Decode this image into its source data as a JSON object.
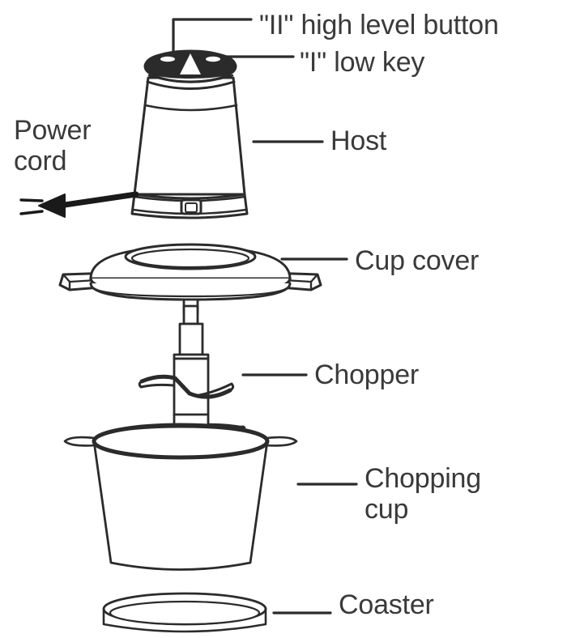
{
  "diagram": {
    "title": "Food chopper exploded parts diagram",
    "type": "exploded-parts-diagram",
    "line_color": "#2b2b2b",
    "text_color": "#3a3a3a",
    "background_color": "#ffffff",
    "fill_color": "#ffffff",
    "accent_dark": "#1a1a1a"
  },
  "labels": {
    "high_level_button": "\"II\" high level button",
    "low_key": "\"I\" low key",
    "power_cord": "Power\ncord",
    "host": "Host",
    "cup_cover": "Cup cover",
    "chopper": "Chopper",
    "chopping_cup": "Chopping\ncup",
    "coaster": "Coaster"
  },
  "parts": [
    {
      "id": "host",
      "name": "Host",
      "label": "Host",
      "order": 1,
      "description": "Tapered motor base unit with control buttons on top and power cord",
      "features": [
        "\"II\" high level button",
        "\"I\" low key",
        "Power cord"
      ]
    },
    {
      "id": "cup-cover",
      "name": "Cup cover",
      "label": "Cup cover",
      "order": 2,
      "description": "Domed lid with two side locking tabs and a central drive post"
    },
    {
      "id": "chopper",
      "name": "Chopper",
      "label": "Chopper",
      "order": 3,
      "description": "Vertical shaft with two tiers of curved blades"
    },
    {
      "id": "chopping-cup",
      "name": "Chopping cup",
      "label": "Chopping\ncup",
      "order": 4,
      "description": "Bowl with thick elliptical rim and two small side handles"
    },
    {
      "id": "coaster",
      "name": "Coaster",
      "label": "Coaster",
      "order": 5,
      "description": "Shallow circular non-slip base disc"
    }
  ],
  "callouts": [
    {
      "target": "high-level-button",
      "label": "\"II\" high level button"
    },
    {
      "target": "low-key",
      "label": "\"I\" low key"
    },
    {
      "target": "power-cord",
      "label": "Power cord"
    },
    {
      "target": "host",
      "label": "Host"
    },
    {
      "target": "cup-cover",
      "label": "Cup cover"
    },
    {
      "target": "chopper",
      "label": "Chopper"
    },
    {
      "target": "chopping-cup",
      "label": "Chopping cup"
    },
    {
      "target": "coaster",
      "label": "Coaster"
    }
  ]
}
